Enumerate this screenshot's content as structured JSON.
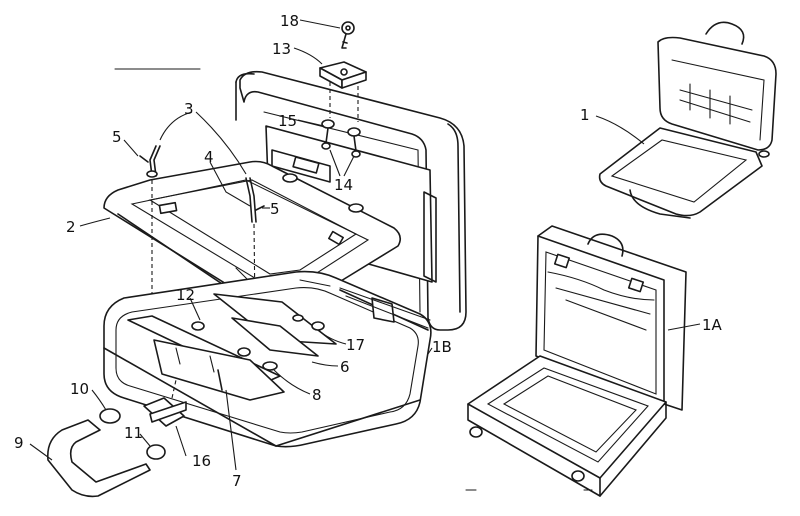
{
  "callouts": [
    {
      "id": "c18",
      "text": "18"
    },
    {
      "id": "c13",
      "text": "13"
    },
    {
      "id": "c3",
      "text": "3"
    },
    {
      "id": "c5a",
      "text": "5"
    },
    {
      "id": "c4",
      "text": "4"
    },
    {
      "id": "c15",
      "text": "15"
    },
    {
      "id": "c14",
      "text": "14"
    },
    {
      "id": "c5b",
      "text": "5"
    },
    {
      "id": "c2",
      "text": "2"
    },
    {
      "id": "c1",
      "text": "1"
    },
    {
      "id": "c1a",
      "text": "1A"
    },
    {
      "id": "c12",
      "text": "12"
    },
    {
      "id": "c17",
      "text": "17"
    },
    {
      "id": "c6",
      "text": "6"
    },
    {
      "id": "c1b",
      "text": "1B"
    },
    {
      "id": "c8",
      "text": "8"
    },
    {
      "id": "c10",
      "text": "10"
    },
    {
      "id": "c11",
      "text": "11"
    },
    {
      "id": "c16",
      "text": "16"
    },
    {
      "id": "c9",
      "text": "9"
    },
    {
      "id": "c7",
      "text": "7"
    }
  ]
}
